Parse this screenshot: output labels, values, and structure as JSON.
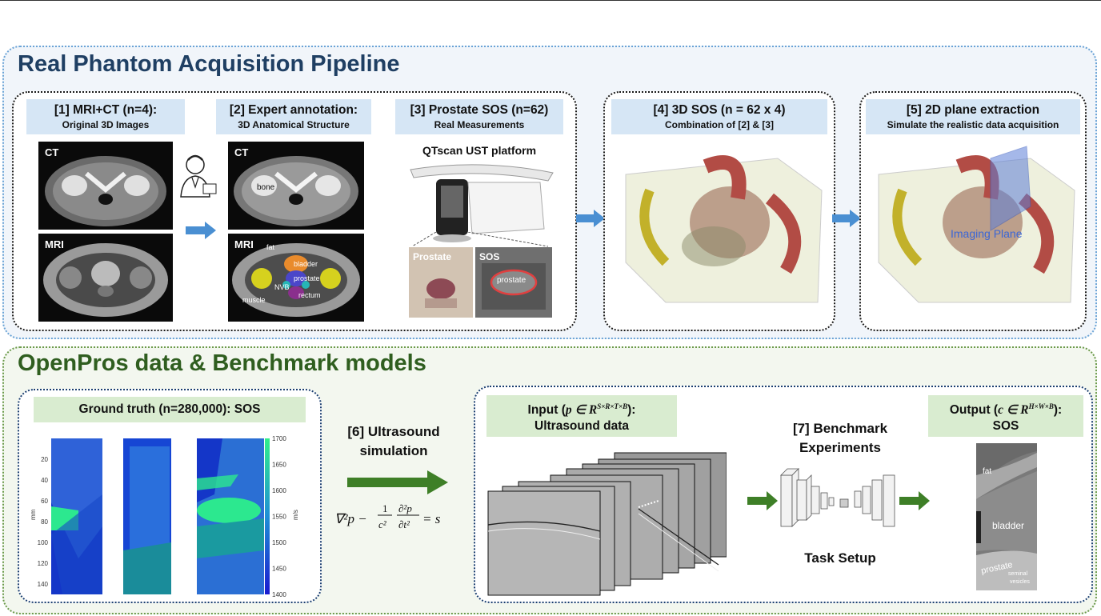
{
  "section1": {
    "title": "Real Phantom Acquisition Pipeline",
    "step1": {
      "title": "[1] MRI+CT (n=4):",
      "subtitle": "Original 3D Images",
      "ct_label": "CT",
      "mri_label": "MRI"
    },
    "step2": {
      "title": "[2] Expert annotation:",
      "subtitle": "3D Anatomical Structure",
      "ct_label": "CT",
      "mri_label": "MRI",
      "ct_annotation": "bone",
      "mri_annotations": [
        "fat",
        "bladder",
        "prostate",
        "NVB",
        "rectum",
        "muscle"
      ]
    },
    "step3": {
      "title": "[3] Prostate SOS (n=62)",
      "subtitle": "Real Measurements",
      "platform": "QTscan UST platform",
      "prostate_label": "Prostate",
      "sos_label": "SOS",
      "sos_annotation": "prostate"
    },
    "step4": {
      "title": "[4] 3D SOS (n = 62 x 4)",
      "subtitle": "Combination of [2] & [3]"
    },
    "step5": {
      "title": "[5] 2D plane extraction",
      "subtitle": "Simulate the realistic data acquisition",
      "plane_label": "Imaging Plane"
    }
  },
  "section2": {
    "title": "OpenPros data & Benchmark models",
    "ground_truth": {
      "title": "Ground truth (n=280,000): SOS",
      "y_axis_label": "mm",
      "colorbar_label": "m/s",
      "colorbar_ticks": [
        "1700",
        "1650",
        "1600",
        "1550",
        "1500",
        "1450",
        "1400"
      ]
    },
    "simulation": {
      "title_line1": "[6] Ultrasound",
      "title_line2": "simulation"
    },
    "input": {
      "title_prefix": "Input (",
      "title_suffix": "):",
      "subtitle": "Ultrasound data"
    },
    "benchmark": {
      "title_line1": "[7] Benchmark",
      "title_line2": "Experiments",
      "task": "Task Setup"
    },
    "output": {
      "title_prefix": "Output (",
      "title_suffix": "):",
      "subtitle": "SOS",
      "annotations": [
        "fat",
        "bladder",
        "prostate",
        "seminal",
        "vesicles"
      ]
    }
  },
  "chart_data": {
    "type": "heatmap",
    "ylabel": "mm",
    "y_ticks": [
      20,
      40,
      60,
      80,
      100,
      120,
      140
    ],
    "colorbar": {
      "label": "m/s",
      "min": 1400,
      "max": 1700,
      "ticks": [
        1700,
        1650,
        1600,
        1550,
        1500,
        1450,
        1400
      ]
    }
  },
  "colors": {
    "section1_border": "#6aa3d6",
    "section2_border": "#6b9a4a",
    "title1": "#1f3f63",
    "title2": "#2f5e1f",
    "header_blue": "#d6e6f5",
    "header_green": "#d9ecd0",
    "arrow_blue": "#4a8fd2",
    "arrow_green": "#3e7f27"
  }
}
